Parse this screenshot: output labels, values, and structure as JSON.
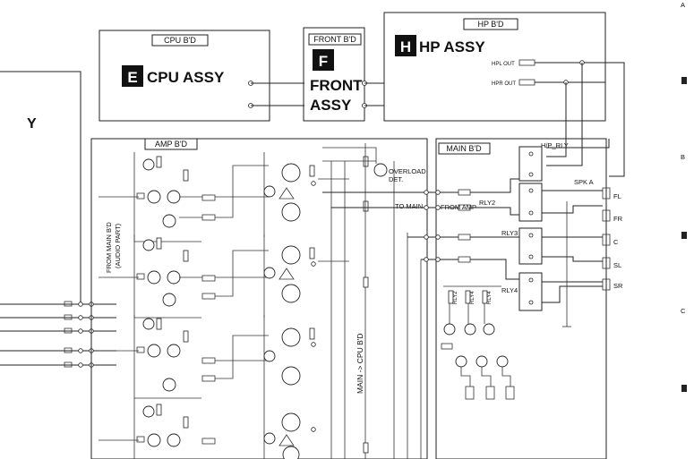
{
  "page_label": "Y",
  "grid_refs": [
    "A",
    "B",
    "C"
  ],
  "cpu_board": {
    "title": "CPU B'D",
    "badge": "E",
    "name": "CPU ASSY"
  },
  "front_board": {
    "title": "FRONT B'D",
    "badge": "F",
    "name_line1": "FRONT",
    "name_line2": "ASSY"
  },
  "hp_board": {
    "title": "HP B'D",
    "badge": "H",
    "name": "HP ASSY",
    "outputs": [
      "HPL OUT",
      "HPR OUT"
    ]
  },
  "amp_board": {
    "title": "AMP B'D",
    "side_label": "FROM MAIN B'D",
    "side_label2": "(AUDIO PART)"
  },
  "main_board": {
    "title": "MAIN B'D",
    "relay_labels": [
      "H/P_RLY",
      "RLY2",
      "RLY3",
      "RLY4"
    ],
    "spk_label": "SPK A",
    "speaker_outputs": [
      "FL",
      "FR",
      "C",
      "SL",
      "SR"
    ],
    "from_amp": "FROM AMP",
    "to_main": "TO MAIN",
    "main_to_cpu": "MAIN -> CPU B'D",
    "overload": [
      "OVERLOAD",
      "DET."
    ],
    "relay_driver_labels": [
      "RLY2",
      "RLY4",
      "RLY4"
    ]
  }
}
